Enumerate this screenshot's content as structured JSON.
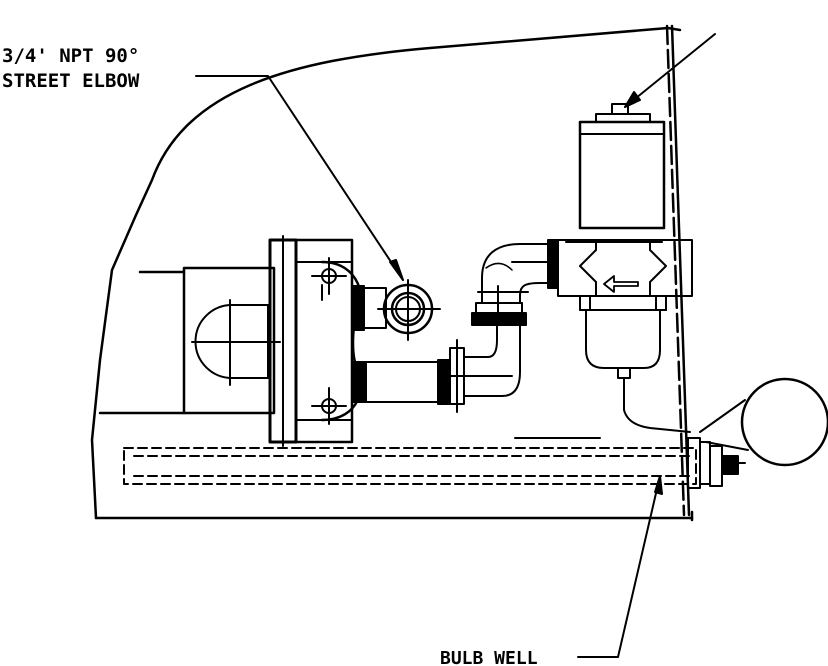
{
  "labels": {
    "elbow_line1": "3/4' NPT 90°",
    "elbow_line2": "STREET ELBOW",
    "bulb_well": "BULB WELL"
  },
  "colors": {
    "ink": "#000000",
    "paper": "#ffffff"
  }
}
